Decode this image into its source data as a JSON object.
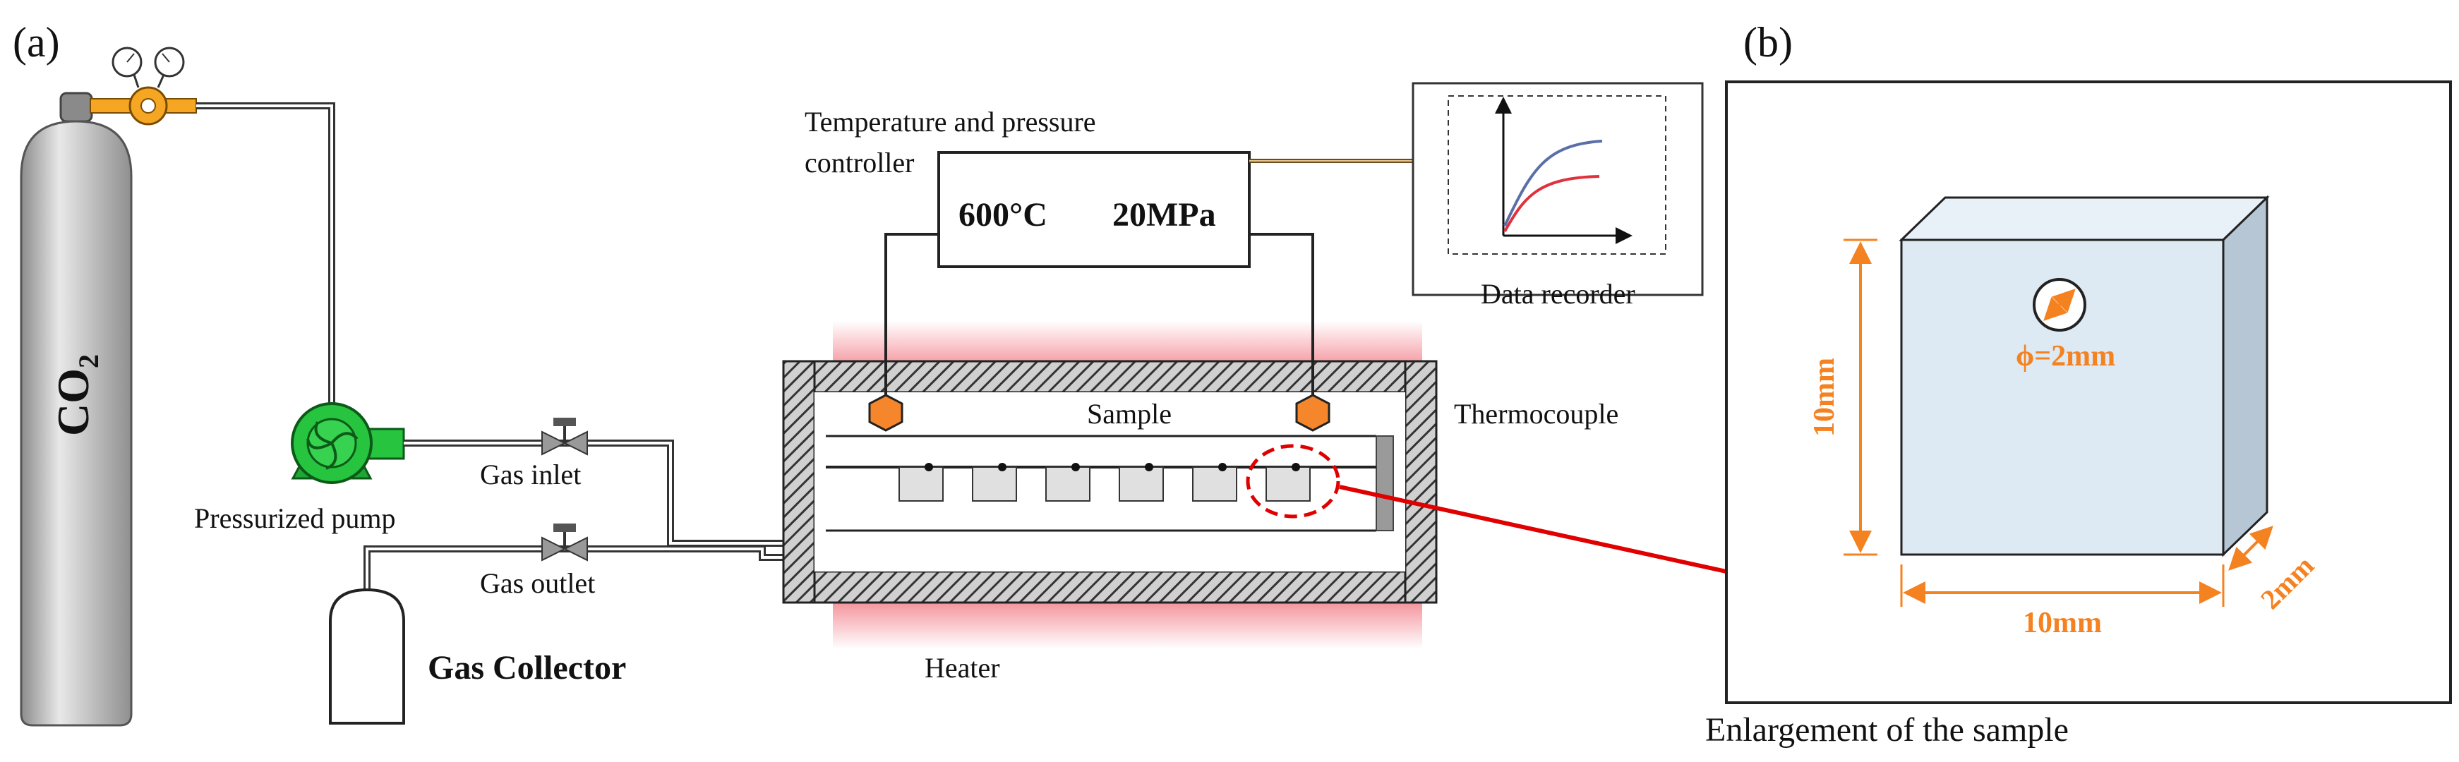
{
  "panel_a": {
    "label": "(a)",
    "cylinder_label": "CO",
    "cylinder_sub": "2",
    "pump_label": "Pressurized pump",
    "gas_inlet_label": "Gas inlet",
    "gas_outlet_label": "Gas outlet",
    "gas_collector_label": "Gas Collector",
    "controller_title_line1": "Temperature and pressure",
    "controller_title_line2": "controller",
    "controller_temp": "600°C",
    "controller_pressure": "20MPa",
    "data_recorder_label": "Data recorder",
    "sample_label": "Sample",
    "thermocouple_label": "Thermocouple",
    "heater_label": "Heater"
  },
  "panel_b": {
    "label": "(b)",
    "height_dim": "10mm",
    "width_dim": "10mm",
    "depth_dim": "2mm",
    "hole_dim": "ϕ=2mm",
    "caption": "Enlargement of the sample"
  },
  "colors": {
    "heater_glow": "#f6a3a8",
    "pump": "#27c43f",
    "valve": "#f5a623",
    "dimension": "#f58220",
    "arrow": "#e00000",
    "sample_face": "#dde9f3",
    "sample_side": "#b7c6d4",
    "curve_blue": "#5a6fa8",
    "curve_red": "#e0323d"
  }
}
